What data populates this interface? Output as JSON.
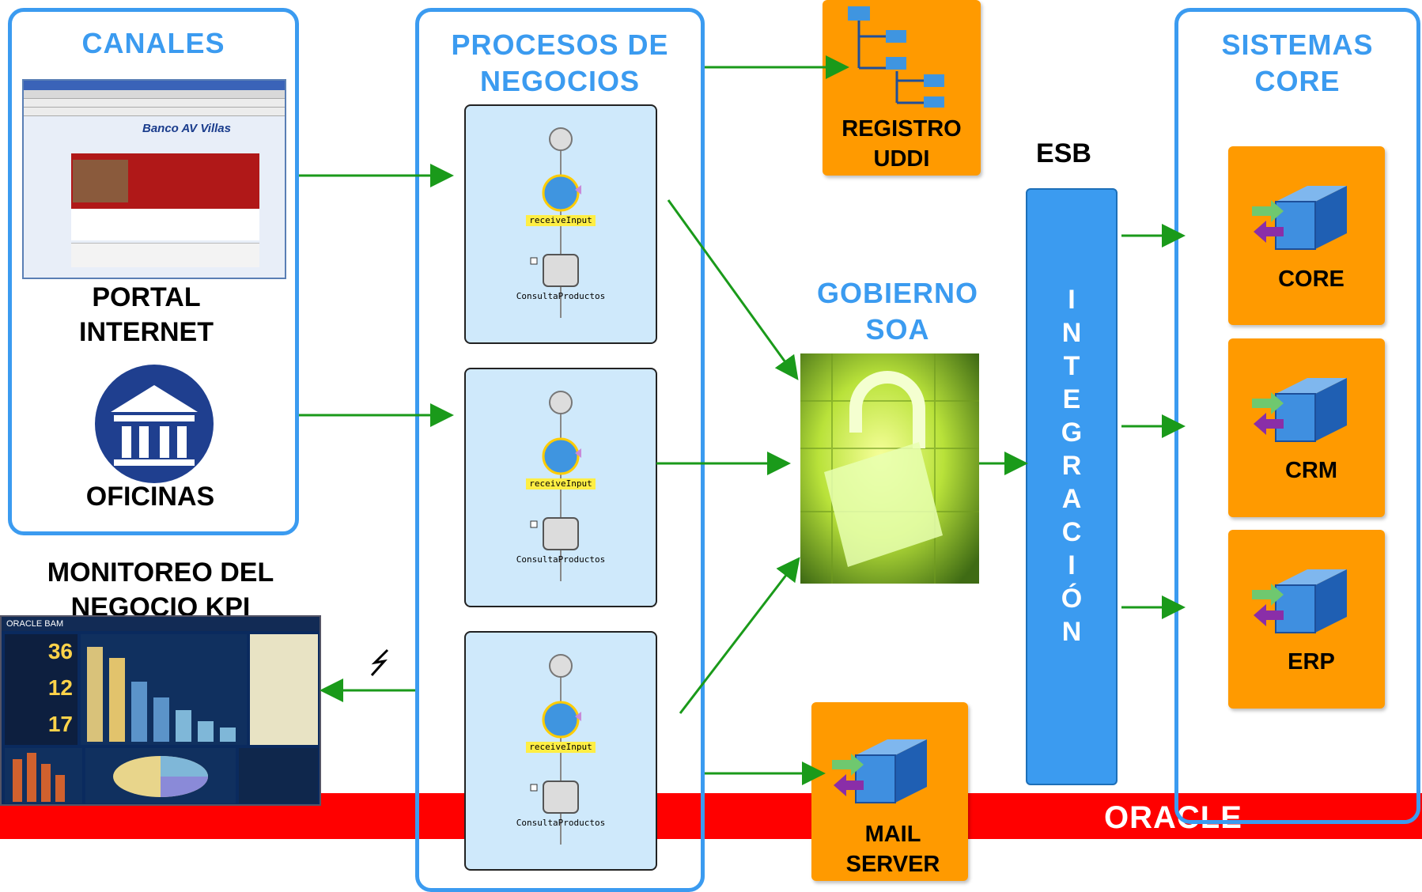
{
  "canales": {
    "title": "CANALES",
    "portal_label": "PORTAL\nINTERNET",
    "oficinas_label": "OFICINAS",
    "portal_brand": "Banco AV Villas"
  },
  "procesos": {
    "title": "PROCESOS DE\nNEGOCIOS",
    "step1": "receiveInput",
    "step2": "ConsultaProductos"
  },
  "registro": {
    "label": "REGISTRO\nUDDI"
  },
  "gobierno": {
    "title": "GOBIERNO\nSOA"
  },
  "esb": {
    "label": "ESB",
    "bar_text": "I\nN\nT\nE\nG\nR\nA\nC\nI\nÓ\nN"
  },
  "sistemas": {
    "title": "SISTEMAS\nCORE",
    "items": [
      "CORE",
      "CRM",
      "ERP"
    ]
  },
  "mail": {
    "label": "MAIL\nSERVER"
  },
  "monitoreo": {
    "title": "MONITOREO DEL\nNEGOCIO KPI",
    "brand": "ORACLE BAM",
    "kpis": [
      "36",
      "12",
      "17"
    ]
  },
  "footer": {
    "logo": "ORACLE"
  },
  "colors": {
    "accent_blue": "#3b9bf0",
    "orange": "#ff9a00",
    "red": "#ff0000",
    "arrow_green": "#1a9a1a"
  }
}
